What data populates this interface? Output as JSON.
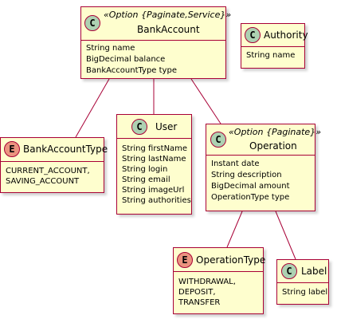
{
  "classes": {
    "bank_account": {
      "badge": "C",
      "stereotype": "«Option {Paginate,Service}»",
      "name": "BankAccount",
      "fields": [
        "String name",
        "BigDecimal balance",
        "BankAccountType type"
      ]
    },
    "authority": {
      "badge": "C",
      "name": "Authority",
      "fields": [
        "String name"
      ]
    },
    "bank_account_type": {
      "badge": "E",
      "name": "BankAccountType",
      "fields": [
        "CURRENT_ACCOUNT,",
        "SAVING_ACCOUNT"
      ]
    },
    "user": {
      "badge": "C",
      "name": "User",
      "fields": [
        "String firstName",
        "String lastName",
        "String login",
        "String email",
        "String imageUrl",
        "String authorities"
      ]
    },
    "operation": {
      "badge": "C",
      "stereotype": "«Option {Paginate}»",
      "name": "Operation",
      "fields": [
        "Instant date",
        "String description",
        "BigDecimal amount",
        "OperationType type"
      ]
    },
    "operation_type": {
      "badge": "E",
      "name": "OperationType",
      "fields": [
        "WITHDRAWAL,",
        "DEPOSIT,",
        "TRANSFER"
      ]
    },
    "label": {
      "badge": "C",
      "name": "Label",
      "fields": [
        "String label"
      ]
    }
  },
  "colors": {
    "class_fill": "#FEFECE",
    "border": "#A80036",
    "class_badge": "#ADD1B2",
    "enum_badge": "#EB937F"
  }
}
